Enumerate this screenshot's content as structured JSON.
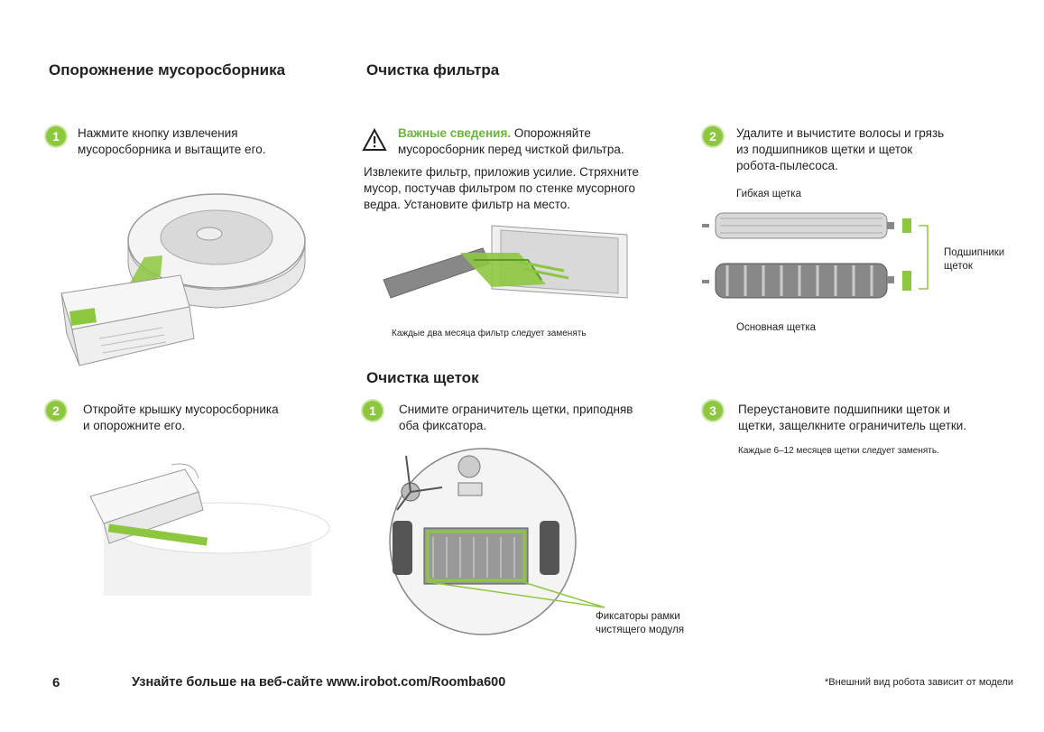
{
  "left": {
    "title": "Опорожнение мусоросборника",
    "step1": {
      "num": "1",
      "lines": [
        "Нажмите кнопку извлечения",
        "мусоросборника и вытащите его."
      ]
    },
    "step2": {
      "num": "2",
      "lines": [
        "Откройте крышку мусоросборника",
        "и опорожните его."
      ]
    }
  },
  "filter": {
    "title": "Очистка фильтра",
    "warning_bold": "Важные сведения.",
    "warning_rest": " Опорожняйте",
    "warning_line2": "мусоросборник перед чисткой фильтра.",
    "body_lines": [
      "Извлеките фильтр, приложив усилие. Стряхните",
      "мусор, постучав фильтром по стенке мусорного",
      "ведра. Установите фильтр на место."
    ],
    "caption": "Каждые два месяца фильтр следует заменять"
  },
  "brushes": {
    "title": "Очистка щеток",
    "step1": {
      "num": "1",
      "lines": [
        "Снимите ограничитель щетки, приподняв",
        "оба фиксатора."
      ]
    },
    "step2": {
      "num": "2",
      "lines": [
        "Удалите и вычистите волосы и грязь",
        "из подшипников щетки и щеток",
        "робота-пылесоса."
      ]
    },
    "step3": {
      "num": "3",
      "lines": [
        "Переустановите подшипники щеток и",
        "щетки, защелкните ограничитель щетки."
      ],
      "note": "Каждые 6–12 месяцев щетки следует заменять."
    },
    "flex_brush_label": "Гибкая щетка",
    "main_brush_label": "Основная щетка",
    "bearings_label_lines": [
      "Подшипники",
      "щеток"
    ],
    "latches_label_lines": [
      "Фиксаторы рамки",
      "чистящего модуля"
    ]
  },
  "footer": {
    "page_number": "6",
    "website": "Узнайте больше на веб-сайте www.irobot.com/Roomba600",
    "footnote": "*Внешний вид робота зависит от модели"
  },
  "colors": {
    "accent_green": "#8dc63f",
    "text": "#231f20"
  }
}
